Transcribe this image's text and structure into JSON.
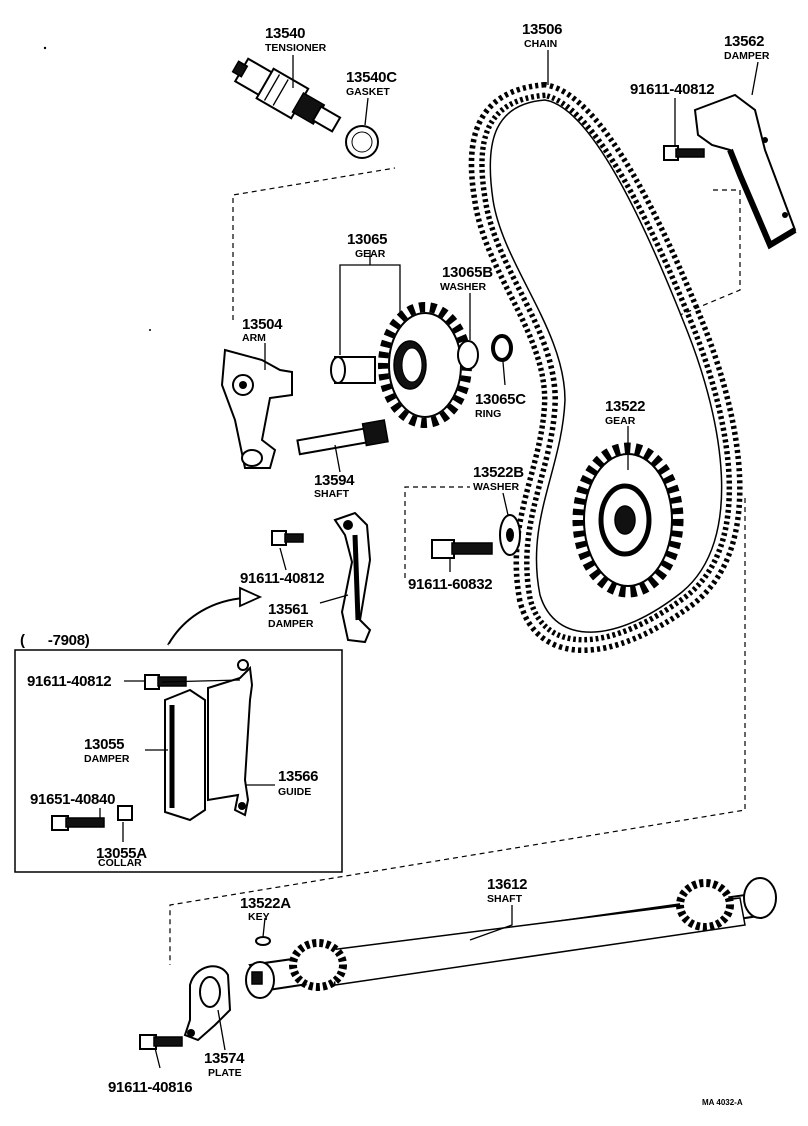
{
  "diagram_code": "MA 4032-A",
  "inset": {
    "range_label": "(      -7908)"
  },
  "labels": {
    "tensioner": {
      "number": "13540",
      "name": "TENSIONER"
    },
    "gasket": {
      "number": "13540C",
      "name": "GASKET"
    },
    "chain": {
      "number": "13506",
      "name": "CHAIN"
    },
    "damper_top": {
      "number": "13562",
      "name": "DAMPER"
    },
    "bolt_damper_top": {
      "number": "91611-40812"
    },
    "gear_idler": {
      "number": "13065",
      "name": "GEAR"
    },
    "washer_idler": {
      "number": "13065B",
      "name": "WASHER"
    },
    "ring": {
      "number": "13065C",
      "name": "RING"
    },
    "arm": {
      "number": "13504",
      "name": "ARM"
    },
    "shaft_idler": {
      "number": "13594",
      "name": "SHAFT"
    },
    "gear_drive": {
      "number": "13522",
      "name": "GEAR"
    },
    "washer_drive": {
      "number": "13522B",
      "name": "WASHER"
    },
    "bolt_drive": {
      "number": "91611-60832"
    },
    "bolt_mid": {
      "number": "91611-40812"
    },
    "damper_mid": {
      "number": "13561",
      "name": "DAMPER"
    },
    "bolt_inset": {
      "number": "91611-40812"
    },
    "damper_inset": {
      "number": "13055",
      "name": "DAMPER"
    },
    "guide": {
      "number": "13566",
      "name": "GUIDE"
    },
    "bolt_inset2": {
      "number": "91651-40840"
    },
    "collar": {
      "number": "13055A",
      "name": "COLLAR"
    },
    "key": {
      "number": "13522A",
      "name": "KEY"
    },
    "shaft_main": {
      "number": "13612",
      "name": "SHAFT"
    },
    "plate": {
      "number": "13574",
      "name": "PLATE"
    },
    "bolt_plate": {
      "number": "91611-40816"
    }
  }
}
